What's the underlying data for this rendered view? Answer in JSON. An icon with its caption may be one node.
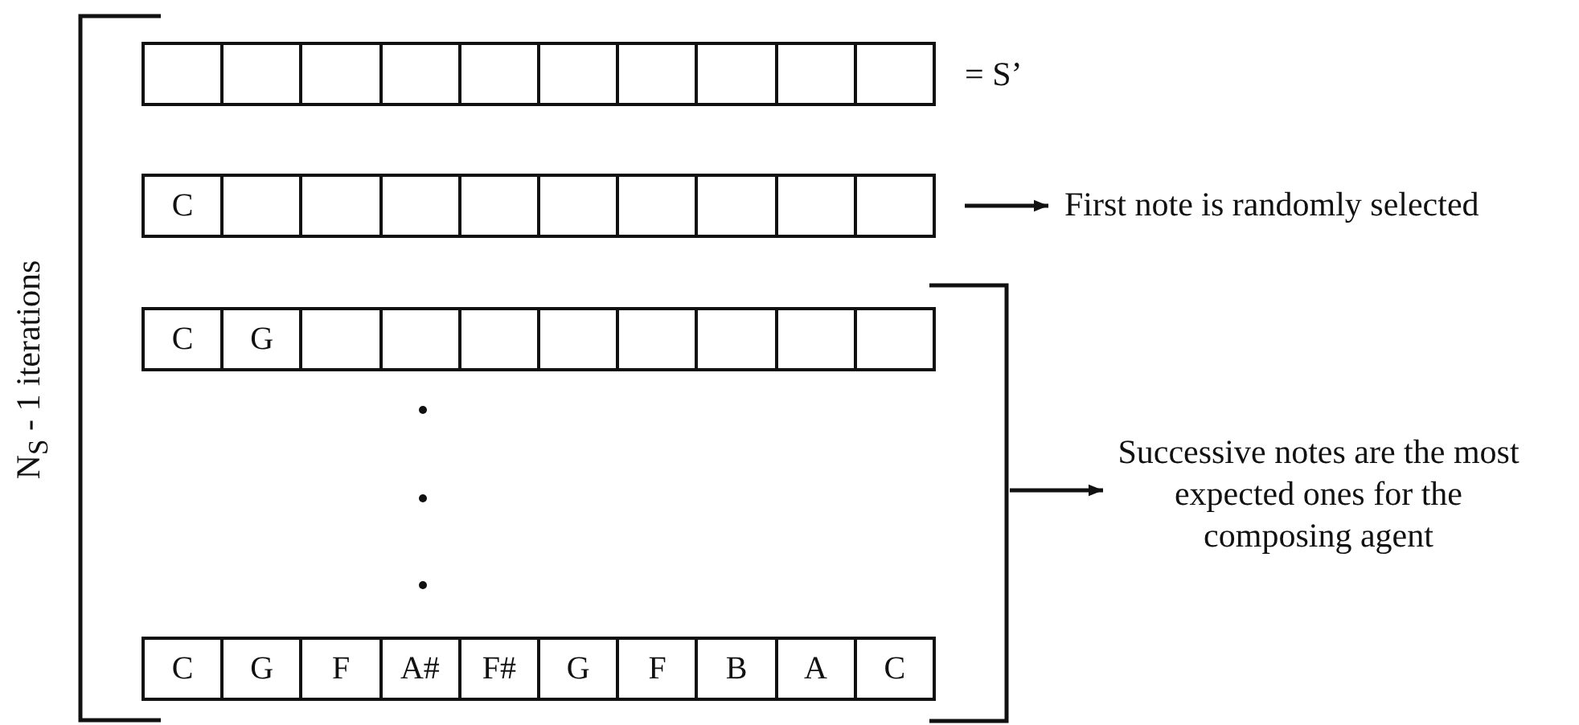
{
  "diagram": {
    "nodes": [
      {
        "text": [],
        "shape": "bar"
      },
      {
        "text": [
          "C"
        ]
      },
      {
        "text": [
          "C",
          "G"
        ]
      },
      {
        "text": [
          "C",
          "G",
          "F",
          "A#",
          "F#",
          "G",
          "F",
          "B",
          "A",
          "C"
        ]
      },
      {
        "text": [
          "First note is randomly selected"
        ]
      },
      {
        "text": [
          "Successive notes are the most expected ones for the composing agent"
        ]
      },
      {
        "text": [],
        "shape": "bracket"
      }
    ],
    "edges": [
      {
        "from": 1,
        "to": 4,
        "arrow": "to"
      },
      {
        "from": 6,
        "to": 5,
        "arrow": "to"
      }
    ],
    "labels": [
      "= S’",
      "N$_{S}$ - 1 iterations"
    ]
  }
}
